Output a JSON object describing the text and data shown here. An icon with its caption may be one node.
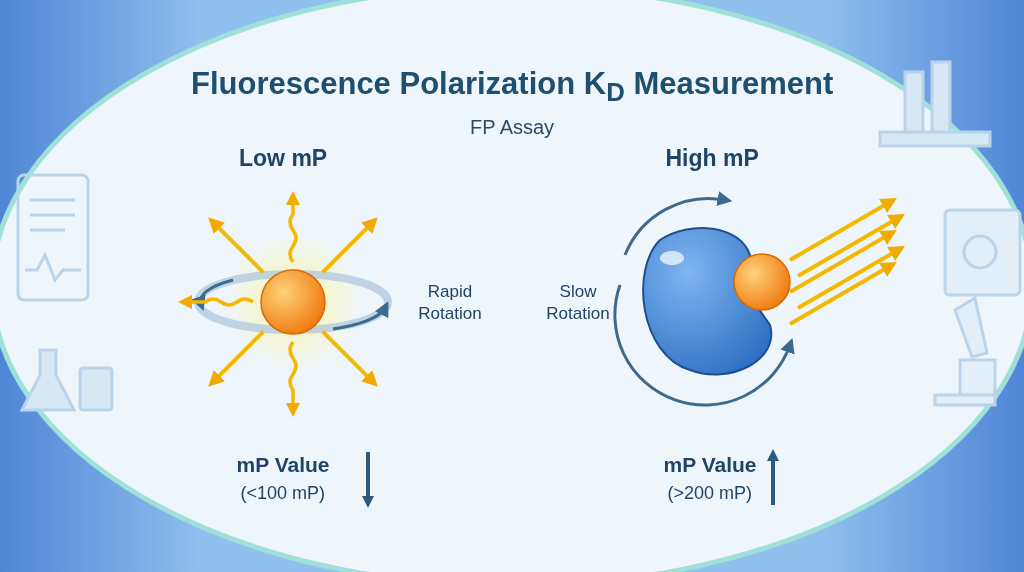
{
  "diagram": {
    "title": "Fluorescence Polarization K$_{D}$ Measurement",
    "labels": [
      "FP Assay",
      "Low mP",
      "High mP",
      "Rapid Rotation",
      "Slow Rotation",
      "mP Value",
      "(<100 mP)",
      "mP Value",
      "(>200 mP)"
    ]
  }
}
